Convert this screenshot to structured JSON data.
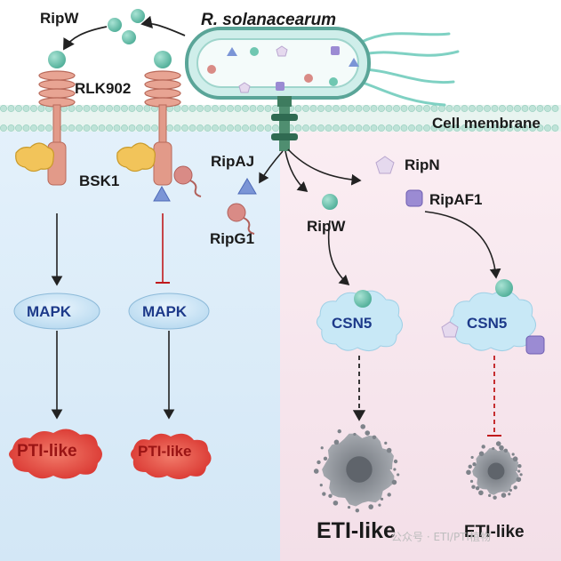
{
  "labels": {
    "pathogen": "R. solanacearum",
    "ripw_top": "RipW",
    "rlk902": "RLK902",
    "bsk1": "BSK1",
    "cell_membrane": "Cell membrane",
    "ripaj": "RipAJ",
    "ripg1": "RipG1",
    "ripn": "RipN",
    "ripaf1": "RipAF1",
    "ripw_mid": "RipW",
    "mapk_left": "MAPK",
    "mapk_right": "MAPK",
    "csn5_left": "CSN5",
    "csn5_right": "CSN5",
    "pti_left": "PTI-like",
    "pti_right": "PTI-like",
    "eti_left": "ETI-like",
    "eti_right": "ETI-like",
    "watermark": "公众号 · ETI/PTI植物"
  },
  "colors": {
    "left_panel": "#dcecf8",
    "right_panel": "#f6e4ec",
    "membrane": "#c9e6de",
    "receptor": "#e7a08f",
    "ripw_ball": "#6fc7b1",
    "mapk": "#cfe6f6",
    "pti": "#d63a36",
    "csn5": "#c3e6f5",
    "eti": "#8c9096",
    "activation_arrow": "#222222",
    "inhibition_arrow": "#c0191c"
  }
}
